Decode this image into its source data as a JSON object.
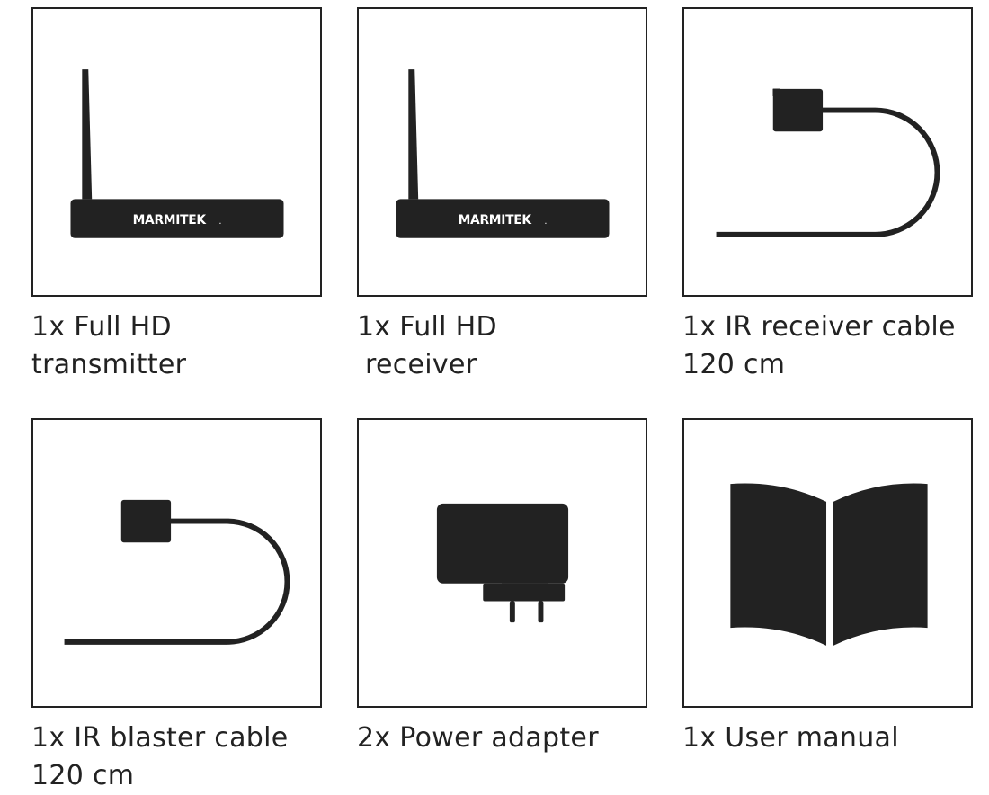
{
  "brand": "MARMITEK",
  "colors": {
    "ink": "#222222",
    "background": "#ffffff"
  },
  "items": [
    {
      "icon": "transmitter-icon",
      "label_lines": [
        "1x Full HD",
        "transmitter"
      ]
    },
    {
      "icon": "receiver-icon",
      "label_lines": [
        "1x Full HD",
        "receiver"
      ]
    },
    {
      "icon": "ir-receiver-cable-icon",
      "label_lines": [
        "1x IR receiver cable",
        "120 cm"
      ]
    },
    {
      "icon": "ir-blaster-cable-icon",
      "label_lines": [
        "1x IR blaster cable",
        "120 cm"
      ]
    },
    {
      "icon": "power-adapter-icon",
      "label_lines": [
        "2x Power adapter"
      ]
    },
    {
      "icon": "user-manual-icon",
      "label_lines": [
        "1x User manual"
      ]
    }
  ]
}
